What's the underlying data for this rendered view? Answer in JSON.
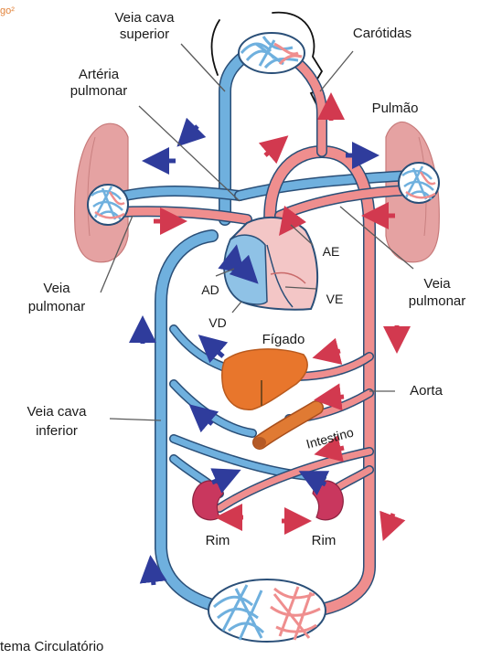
{
  "credit": "go²",
  "caption": "tema Circulatório",
  "labels": {
    "veia_cava_superior_1": "Veia cava",
    "veia_cava_superior_2": "superior",
    "carotidas": "Carótidas",
    "arteria_pulmonar_1": "Artéria",
    "arteria_pulmonar_2": "pulmonar",
    "pulmao": "Pulmão",
    "ae": "AE",
    "veia_pulmonar_right_1": "Veia",
    "veia_pulmonar_right_2": "pulmonar",
    "veia_pulmonar_left_1": "Veia",
    "veia_pulmonar_left_2": "pulmonar",
    "ad": "AD",
    "ve": "VE",
    "vd": "VD",
    "figado": "Fígado",
    "aorta": "Aorta",
    "veia_cava_inferior_1": "Veia cava",
    "veia_cava_inferior_2": "inferior",
    "intestino": "Intestino",
    "rim_left": "Rim",
    "rim_right": "Rim"
  },
  "colors": {
    "venous_vessel": "#6fb0de",
    "arterial_vessel": "#ef8e8e",
    "venous_arrow": "#2f3c9c",
    "arterial_arrow": "#d2394f",
    "liver": "#e8762c",
    "intestine": "#e07a33",
    "kidney": "#c9375e",
    "lung": "#d98f8f",
    "credit": "#e2843c"
  }
}
